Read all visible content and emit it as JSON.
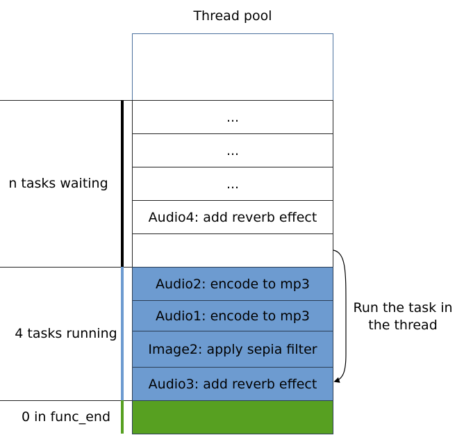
{
  "title": "Thread pool",
  "waiting": {
    "label": "n tasks waiting",
    "rows": [
      "...",
      "...",
      "...",
      "Audio4: add reverb effect",
      ""
    ]
  },
  "running": {
    "label": "4 tasks running",
    "rows": [
      "Audio2: encode to mp3",
      "Audio1: encode to mp3",
      "Image2: apply sepia filter",
      "Audio3: add reverb effect"
    ]
  },
  "func_end": {
    "label": "0 in func_end"
  },
  "arrow_note": "Run the task in the thread",
  "colors": {
    "running_fill": "#6d9bd0",
    "running_bar": "#6d9bd0",
    "func_end_fill": "#57a021",
    "func_end_bar": "#57a021",
    "waiting_bar": "#000000"
  }
}
